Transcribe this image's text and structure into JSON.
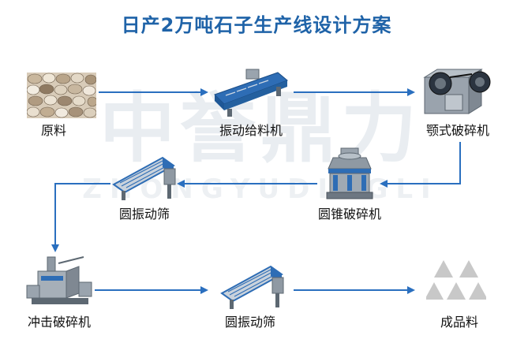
{
  "title": "日产2万吨石子生产线设计方案",
  "watermark": {
    "cn": "中誉鼎力",
    "en": "ZHONGYUDINGLI"
  },
  "nodes": [
    {
      "id": "raw",
      "label": "原料",
      "icon": "stones-icon"
    },
    {
      "id": "feeder",
      "label": "振动给料机",
      "icon": "vibrating-feeder-icon"
    },
    {
      "id": "jaw",
      "label": "颚式破碎机",
      "icon": "jaw-crusher-icon"
    },
    {
      "id": "cone",
      "label": "圆锥破碎机",
      "icon": "cone-crusher-icon"
    },
    {
      "id": "screen1",
      "label": "圆振动筛",
      "icon": "vibrating-screen-icon"
    },
    {
      "id": "impact",
      "label": "冲击破碎机",
      "icon": "impact-crusher-icon"
    },
    {
      "id": "screen2",
      "label": "圆振动筛",
      "icon": "vibrating-screen-icon"
    },
    {
      "id": "product",
      "label": "成品料",
      "icon": "triangles-icon"
    }
  ],
  "colors": {
    "title": "#1f63a8",
    "arrow": "#2a6fbf",
    "machine_blue": "#2e6db5",
    "machine_grey": "#8f99a3"
  }
}
